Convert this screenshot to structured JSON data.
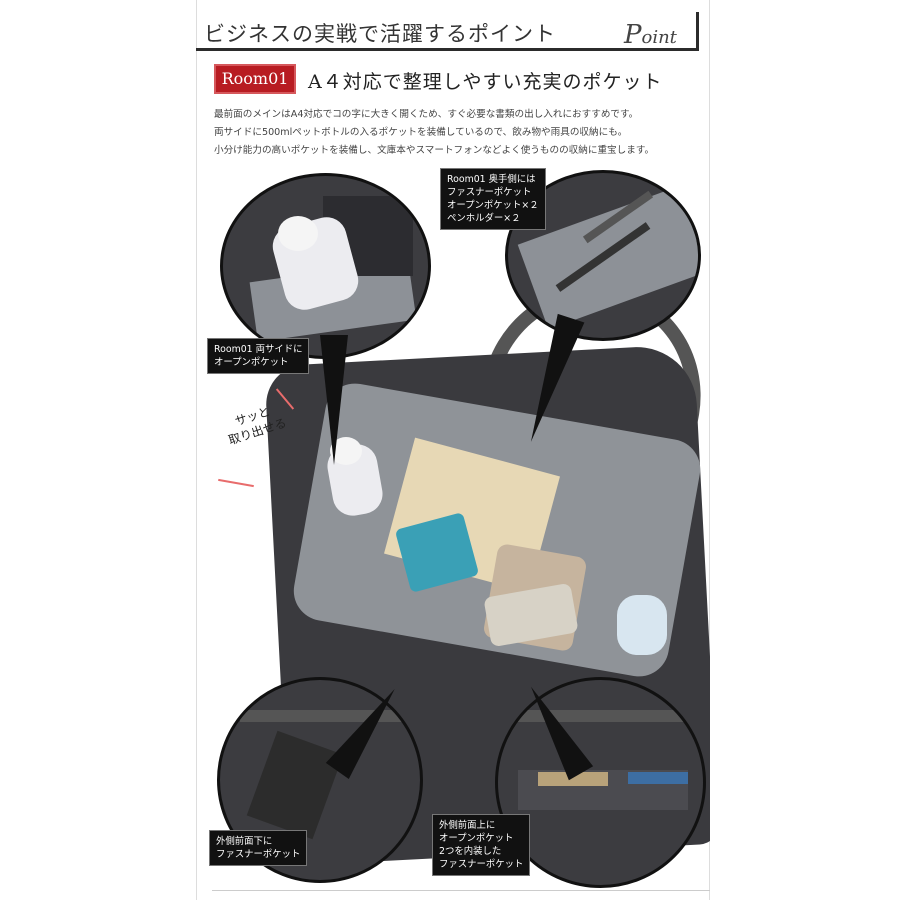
{
  "header": {
    "title": "ビジネスの実戦で活躍するポイント",
    "point_first": "P",
    "point_rest": "oint"
  },
  "room": {
    "badge": "Room01",
    "heading": "A４対応で整理しやすい充実のポケット"
  },
  "description": [
    "最前面のメインはA4対応でコの字に大きく開くため、すぐ必要な書類の出し入れにおすすめです。",
    "両サイドに500mlペットボトルの入るポケットを装備しているので、飲み物や雨具の収納にも。",
    "小分け能力の高いポケットを装備し、文庫本やスマートフォンなどよく使うものの収納に重宝します。"
  ],
  "callouts": {
    "top_right": [
      "Room01 奥手側には",
      "ファスナーポケット",
      "オープンポケット×２",
      "ペンホルダー×２"
    ],
    "left": [
      "Room01 両サイドに",
      "オープンポケット"
    ],
    "bottom_left": [
      "外側前面下に",
      "ファスナーポケット"
    ],
    "bottom_right": [
      "外側前面上に",
      "オープンポケット",
      "2つを内装した",
      "ファスナーポケット"
    ]
  },
  "annotation": [
    "サッと",
    "取り出せる"
  ],
  "colors": {
    "badge": "#b81c22",
    "dash": "#e86c6c",
    "bag": "#3a3a3e"
  }
}
